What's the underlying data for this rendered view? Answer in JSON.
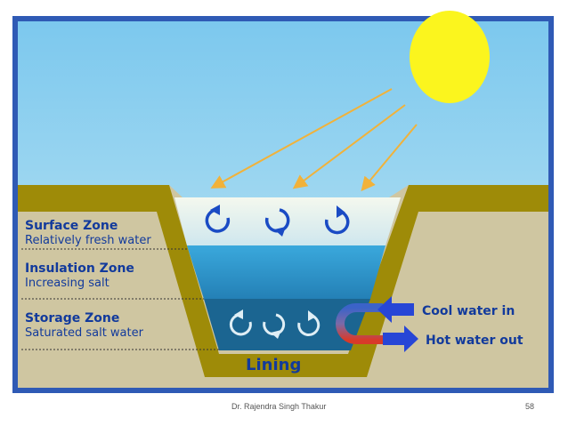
{
  "zones": [
    {
      "title": "Surface Zone",
      "subtitle": "Relatively fresh water"
    },
    {
      "title": "Insulation Zone",
      "subtitle": "Increasing salt"
    },
    {
      "title": "Storage Zone",
      "subtitle": "Saturated  salt water"
    }
  ],
  "labels": {
    "lining": "Lining",
    "cool_in": "Cool water in",
    "hot_out": "Hot water out"
  },
  "footer": {
    "author": "Dr. Rajendra Singh Thakur",
    "page": "58"
  },
  "colors": {
    "frame": "#2f5ab5",
    "sky": "#8fd0ee",
    "sun": "#fbf51e",
    "ground": "#cfc6a1",
    "lining": "#9e8b08",
    "surface_water": "#eaf4f0",
    "insulation_water": "#2c98cc",
    "storage_water": "#1b6591",
    "text": "#123a9c",
    "arrow": "#2746d6",
    "sun_ray": "#f1b23a"
  },
  "icons": [
    "sun-icon",
    "circulation-arrow-icon",
    "heat-exchanger-icon",
    "flow-arrow-icon"
  ]
}
